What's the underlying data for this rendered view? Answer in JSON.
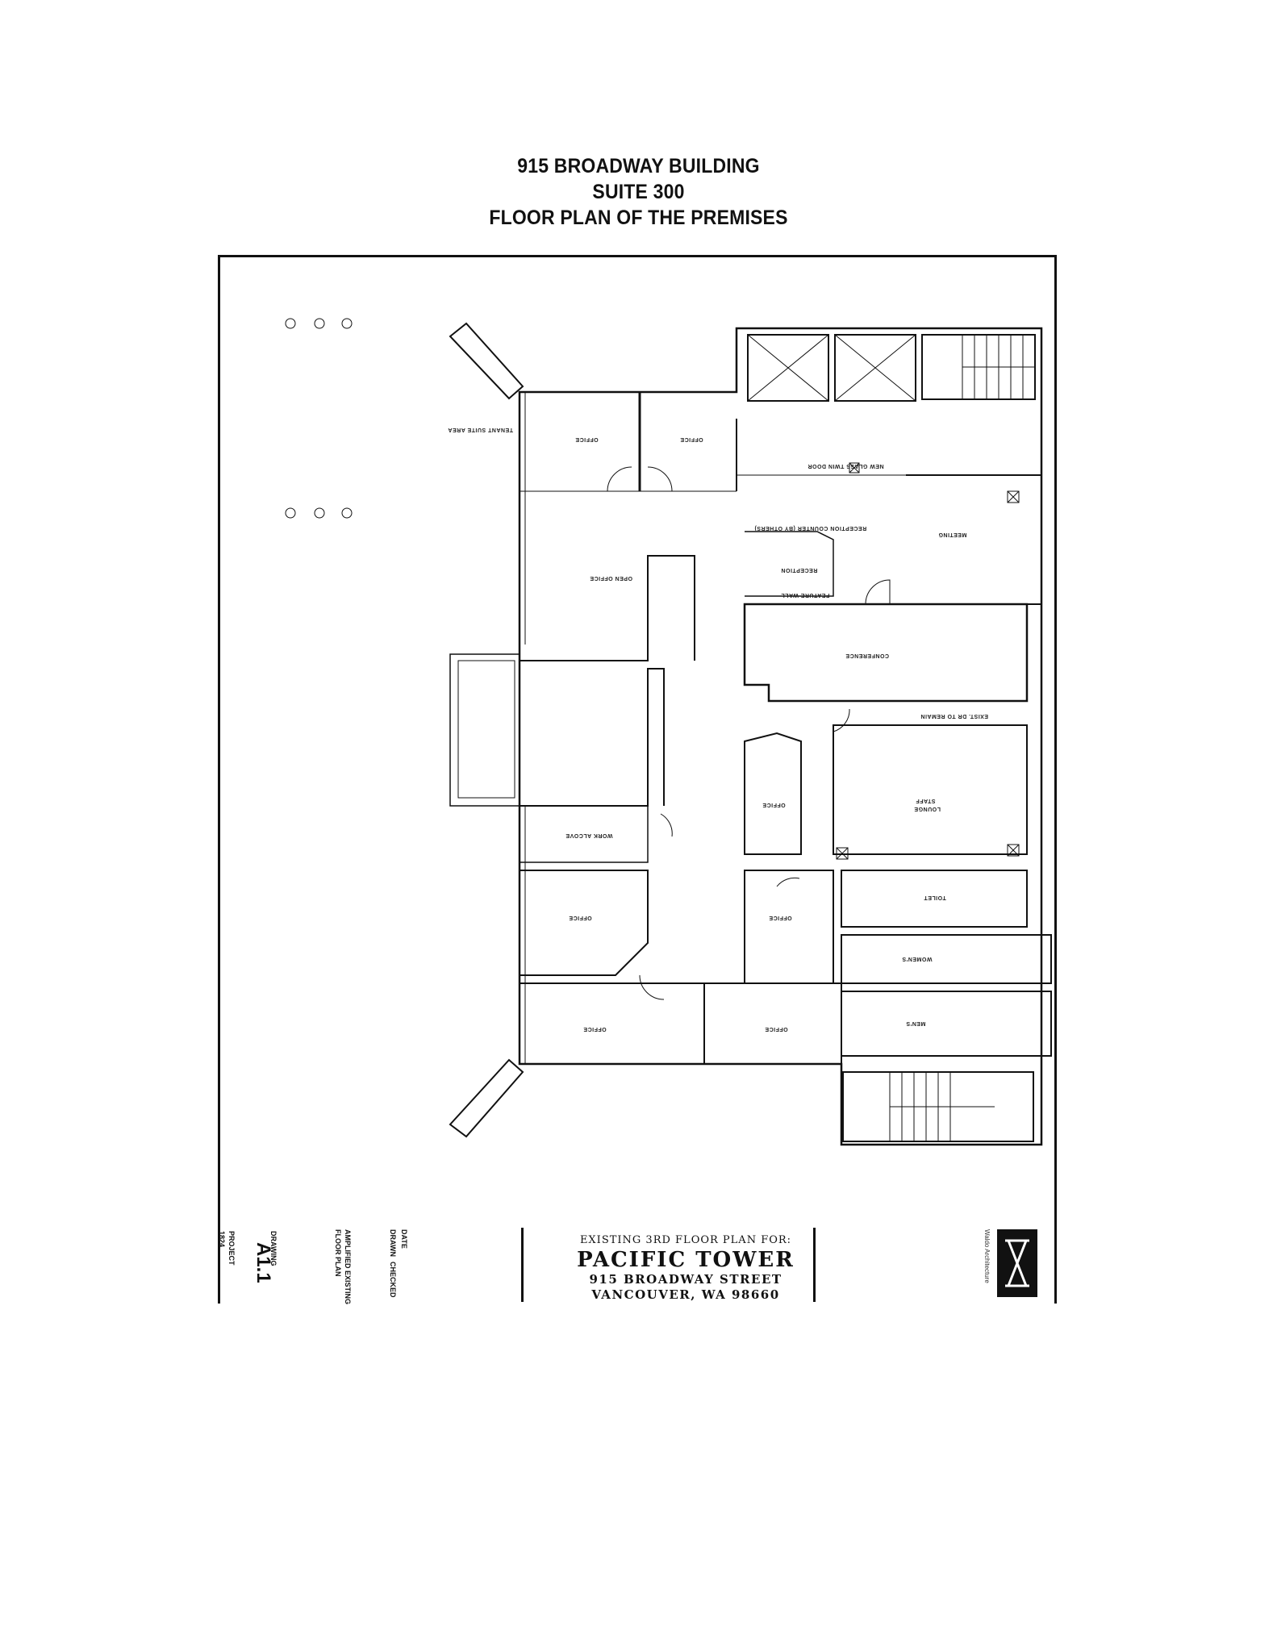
{
  "header": {
    "line1": "915 BROADWAY BUILDING",
    "line2": "SUITE 300",
    "line3": "FLOOR PLAN OF THE PREMISES"
  },
  "title_block": {
    "plan_caption": "EXISTING 3RD FLOOR PLAN FOR:",
    "building_name": "PACIFIC TOWER",
    "street": "915 BROADWAY STREET",
    "city": "VANCOUVER, WA 98660",
    "sheet_number": "A1.1",
    "project_label": "PROJECT",
    "project_number": "1824",
    "drawing_label": "DRAWING",
    "drawing_title_1": "AMPLIFIED EXISTING",
    "drawing_title_2": "FLOOR PLAN",
    "date_label": "DATE",
    "drawn_label": "DRAWN",
    "checked_label": "CHECKED",
    "firm_name": "Waldo Architecture"
  },
  "rooms": {
    "office_1": "OFFICE",
    "office_2": "OFFICE",
    "open_office": "OPEN OFFICE",
    "reception": "RECEPTION",
    "reception_counter": "RECEPTION COUNTER (BY OTHERS)",
    "meeting": "MEETING",
    "conference": "CONFERENCE",
    "work_alcove": "WORK ALCOVE",
    "office_3": "OFFICE",
    "staff_lounge_1": "STAFF",
    "staff_lounge_2": "LOUNGE",
    "toilet": "TOILET",
    "office_4": "OFFICE",
    "office_5": "OFFICE",
    "womens": "WOMEN'S",
    "office_6": "OFFICE",
    "office_7": "OFFICE",
    "mens": "MEN'S",
    "tenant_suite": "TENANT SUITE AREA",
    "feature_wall": "FEATURE WALL",
    "new_glass": "NEW GLASS TWIN DOOR",
    "exist_dr": "EXIST. DR TO REMAIN"
  }
}
